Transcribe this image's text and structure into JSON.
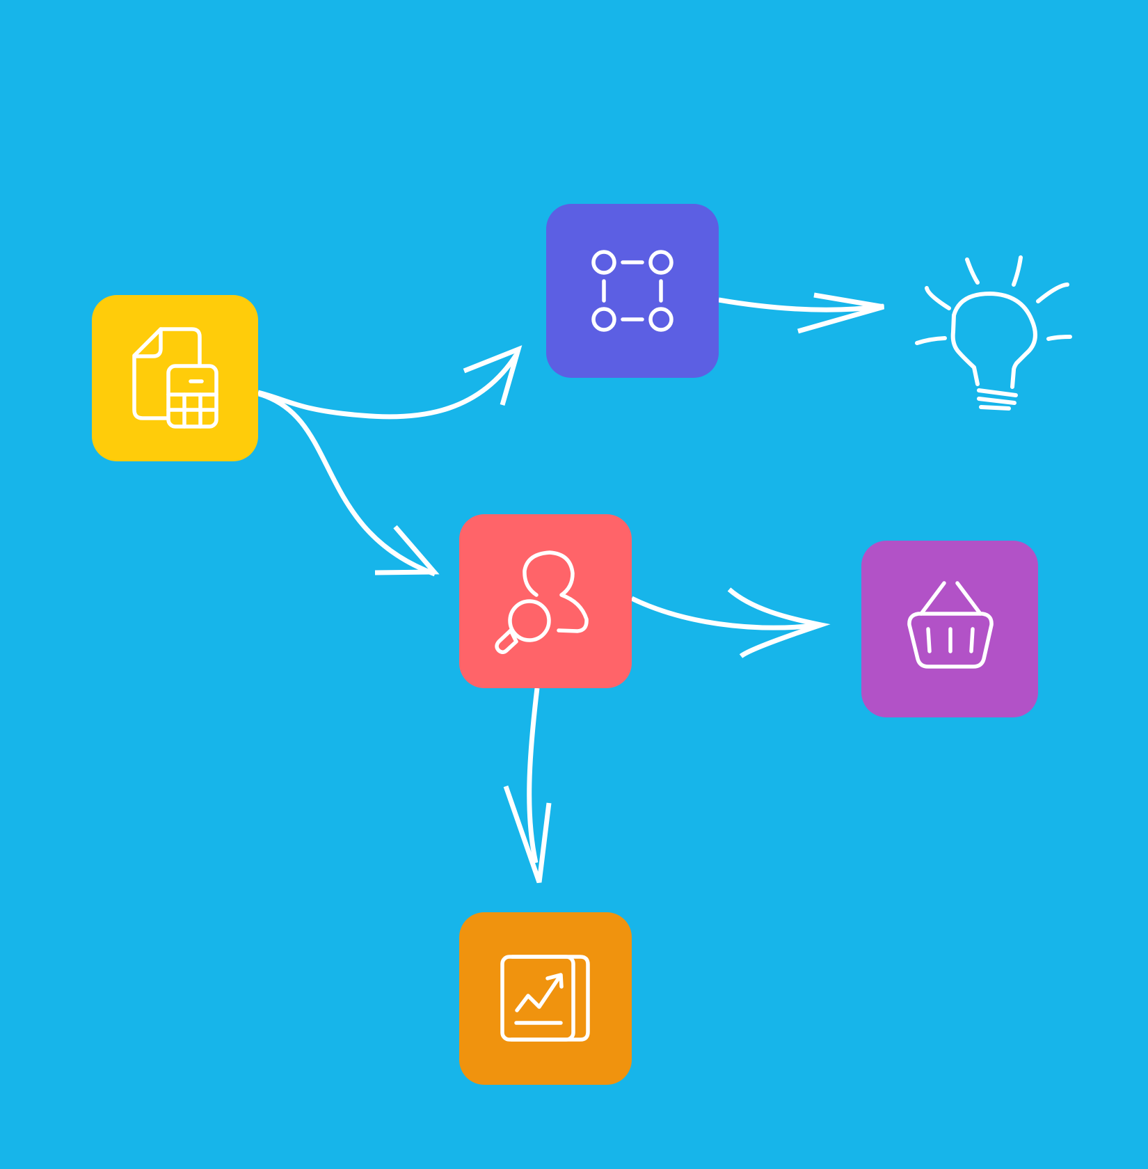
{
  "background_color": "#17B5EA",
  "line_color": "#FFFFFF",
  "nodes": [
    {
      "id": "finance",
      "icon": "document-calculator-icon",
      "color": "#FFCC0A"
    },
    {
      "id": "network",
      "icon": "network-nodes-icon",
      "color": "#5C5FE3"
    },
    {
      "id": "customer-research",
      "icon": "user-search-icon",
      "color": "#FF6469"
    },
    {
      "id": "shopping",
      "icon": "shopping-basket-icon",
      "color": "#B252C7"
    },
    {
      "id": "growth-report",
      "icon": "growth-report-icon",
      "color": "#F0930E"
    }
  ],
  "standalone_icons": [
    {
      "id": "idea",
      "icon": "lightbulb-icon"
    }
  ],
  "edges": [
    {
      "from": "finance",
      "to": "network"
    },
    {
      "from": "finance",
      "to": "customer-research"
    },
    {
      "from": "network",
      "to": "idea"
    },
    {
      "from": "customer-research",
      "to": "shopping"
    },
    {
      "from": "customer-research",
      "to": "growth-report"
    }
  ]
}
